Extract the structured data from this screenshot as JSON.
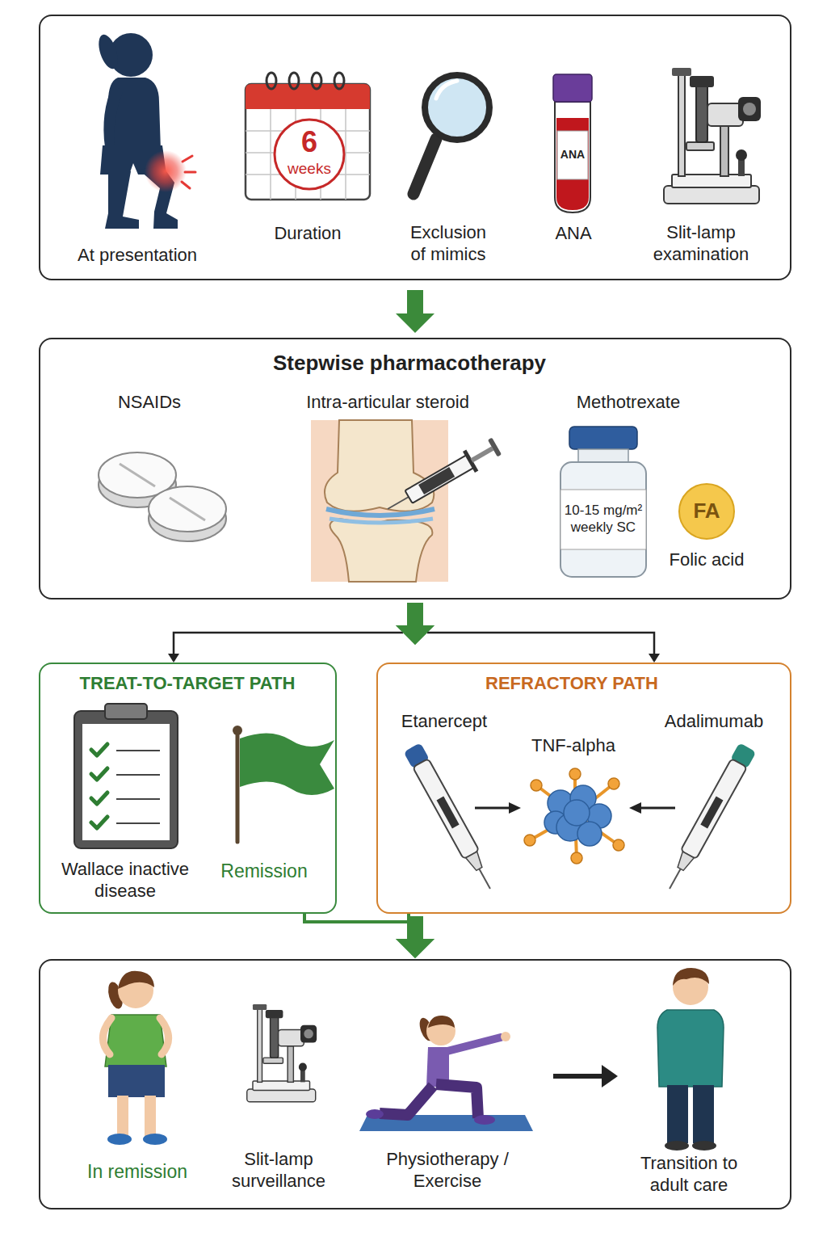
{
  "diagram": {
    "nodes": [
      {
        "text": [
          "At presentation",
          "Duration",
          "Exclusion of mimics",
          "ANA",
          "Slit-lamp examination"
        ]
      },
      {
        "text": [
          "Stepwise pharmacotherapy",
          "NSAIDs",
          "Intra-articular steroid",
          "Methotrexate",
          "Folic acid"
        ]
      },
      {
        "text": [
          "TREAT-TO-TARGET PATH",
          "Wallace inactive disease",
          "Remission"
        ]
      },
      {
        "text": [
          "REFRACTORY PATH",
          "Etanercept",
          "TNF-alpha",
          "Adalimumab"
        ]
      },
      {
        "text": [
          "In remission",
          "Slit-lamp surveillance",
          "Physiotherapy / Exercise",
          "Transition to adult care"
        ]
      }
    ],
    "edges": [
      {
        "from": 0,
        "to": 1,
        "arrow": "to"
      },
      {
        "from": 1,
        "to": 2,
        "arrow": "to"
      },
      {
        "from": 1,
        "to": 3,
        "arrow": "to"
      },
      {
        "from": 2,
        "to": 4,
        "arrow": "to"
      },
      {
        "from": 3,
        "to": 4,
        "arrow": "to"
      }
    ],
    "labels": [
      "6",
      "weeks",
      "ANA",
      "10-15 mg/m² weekly SC",
      "FA"
    ]
  }
}
